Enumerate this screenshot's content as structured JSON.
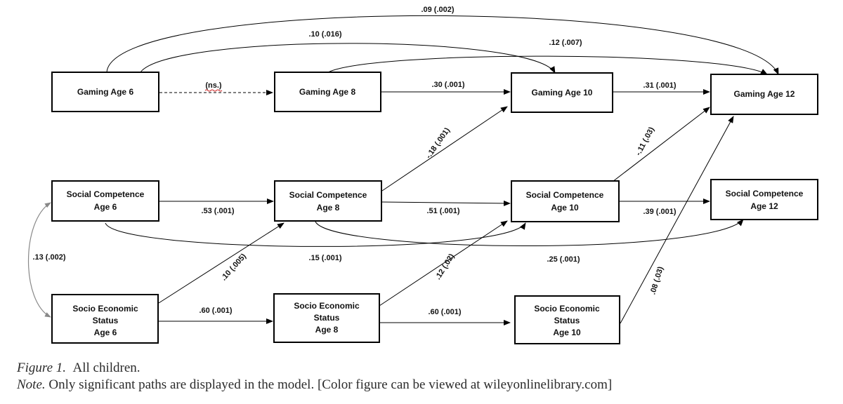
{
  "boxes": {
    "gaming6": [
      "Gaming Age 6"
    ],
    "gaming8": [
      "Gaming Age 8"
    ],
    "gaming10": [
      "Gaming Age 10"
    ],
    "gaming12": [
      "Gaming Age 12"
    ],
    "social6": [
      "Social Competence",
      "Age 6"
    ],
    "social8": [
      "Social Competence",
      "Age 8"
    ],
    "social10": [
      "Social Competence",
      "Age 10"
    ],
    "social12": [
      "Social Competence",
      "Age 12"
    ],
    "ses6": [
      "Socio Economic",
      "Status",
      "Age 6"
    ],
    "ses8": [
      "Socio Economic",
      "Status",
      "Age 8"
    ],
    "ses10": [
      "Socio Economic",
      "Status",
      "Age 10"
    ]
  },
  "paths": {
    "g6_g12": ".09 (.002)",
    "g6_g10": ".10 (.016)",
    "g8_g12": ".12 (.007)",
    "g6_g8": "(ns.)",
    "g8_g10": ".30 (.001)",
    "g10_g12": ".31 (.001)",
    "s8_g10": "-.18 (.001)",
    "s10_g12": "-.11 (.03)",
    "s6_s8": ".53 (.001)",
    "s8_s10": ".51 (.001)",
    "s10_s12": ".39 (.001)",
    "ses6_s6": ".13 (.002)",
    "s6_s10": ".15 (.001)",
    "s8_s12": ".25 (.001)",
    "ses6_s8": ".10 (.005)",
    "ses8_s10": ".12 (.02)",
    "ses10_g12": ".08 (.03)",
    "ses6_ses8": ".60 (.001)",
    "ses8_ses10": ".60 (.001)"
  },
  "caption": {
    "figure_label": "Figure 1.",
    "figure_text": "All children.",
    "note_label": "Note.",
    "note_text": "Only significant paths are displayed in the model. [Color figure can be viewed at wileyonlinelibrary.com]"
  },
  "colors": {
    "line": "#000000",
    "grey_arrow": "#888888",
    "ns_underline": "#cc2222",
    "caption_text": "#2b2b2b"
  }
}
